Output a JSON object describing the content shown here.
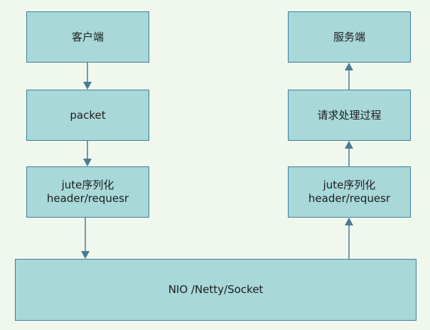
{
  "diagram": {
    "client": "客户端",
    "packet": "packet",
    "client_serialize": {
      "line1": "jute序列化",
      "line2": "header/requesr"
    },
    "transport": "NIO /Netty/Socket",
    "server_serialize": {
      "line1": "jute序列化",
      "line2": "header/requesr"
    },
    "request_process": "请求处理过程",
    "server": "服务端"
  },
  "colors": {
    "box_fill": "#a8d8d8",
    "box_border": "#3f7f98",
    "arrow": "#4a7a96",
    "background": "#f0f8ee"
  }
}
